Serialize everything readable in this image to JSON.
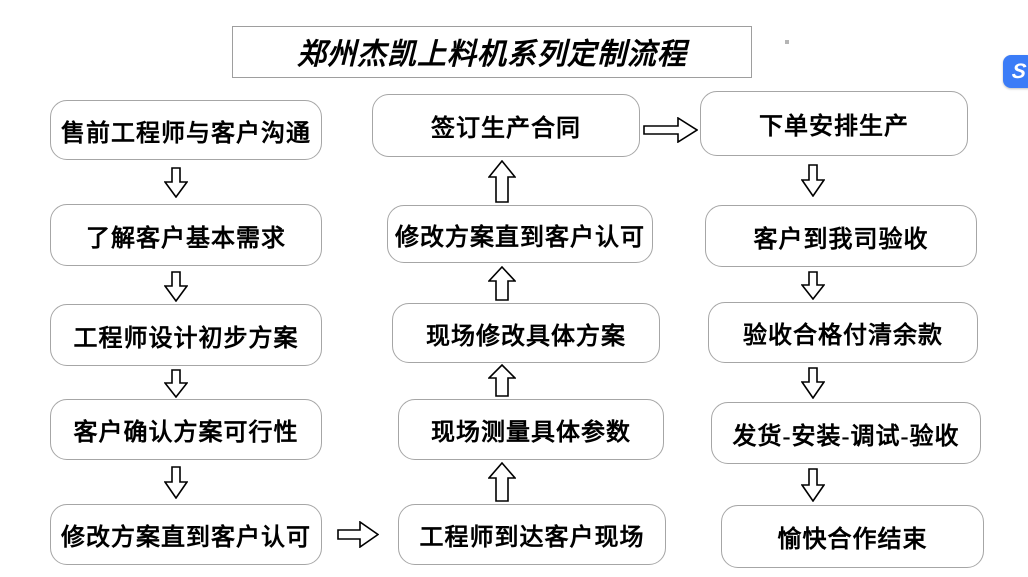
{
  "title": "郑州杰凯上料机系列定制流程",
  "columns": {
    "left": [
      "售前工程师与客户沟通",
      "了解客户基本需求",
      "工程师设计初步方案",
      "客户确认方案可行性",
      "修改方案直到客户认可"
    ],
    "middle": [
      "签订生产合同",
      "修改方案直到客户认可",
      "现场修改具体方案",
      "现场测量具体参数",
      "工程师到达客户现场"
    ],
    "right": [
      "下单安排生产",
      "客户到我司验收",
      "验收合格付清余款",
      "发货-安装-调试-验收",
      "愉快合作结束"
    ]
  },
  "icons": {
    "down_arrow": "hollow-down-arrow",
    "up_arrow": "hollow-up-arrow",
    "right_arrow": "hollow-right-arrow",
    "app_badge": "blue-s-logo"
  },
  "badge": {
    "glyph": "S"
  },
  "colors": {
    "box_border": "#a6a6a6",
    "title_border": "#9e9e9e",
    "text": "#000000",
    "app_badge_bg": "#3b7cf7",
    "app_badge_glyph": "#ffffff",
    "background": "#ffffff"
  }
}
